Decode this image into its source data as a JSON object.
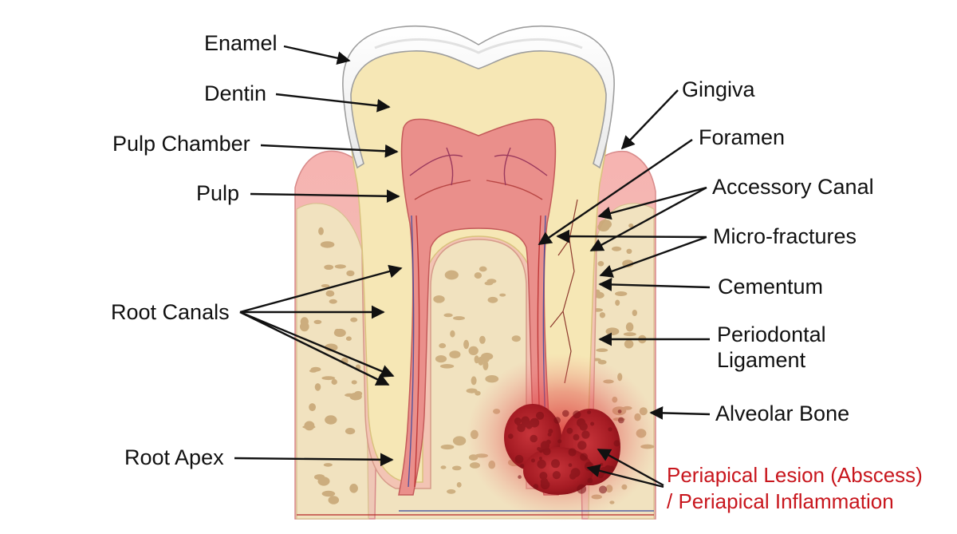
{
  "labels": {
    "enamel": "Enamel",
    "dentin": "Dentin",
    "pulp_chamber": "Pulp Chamber",
    "pulp": "Pulp",
    "root_canals": "Root Canals",
    "root_apex": "Root Apex",
    "gingiva": "Gingiva",
    "foramen": "Foramen",
    "accessory_canal": "Accessory Canal",
    "micro_fractures": "Micro-fractures",
    "cementum": "Cementum",
    "periodontal_line1": "Periodontal",
    "periodontal_line2": "Ligament",
    "alveolar_bone": "Alveolar Bone",
    "lesion_line1": "Periapical Lesion (Abscess)",
    "lesion_line2": "/ Periapical Inflammation"
  },
  "colors": {
    "label_text": "#111111",
    "lesion_text": "#c8161d",
    "enamel": "#f4f4f4",
    "dentin": "#f6e7b5",
    "pulp": "#eb8f8c",
    "gingiva": "#f2a6a6",
    "bone": "#f1e2bf",
    "bone_pore": "#c9a877",
    "abscess": "#b8242a"
  }
}
